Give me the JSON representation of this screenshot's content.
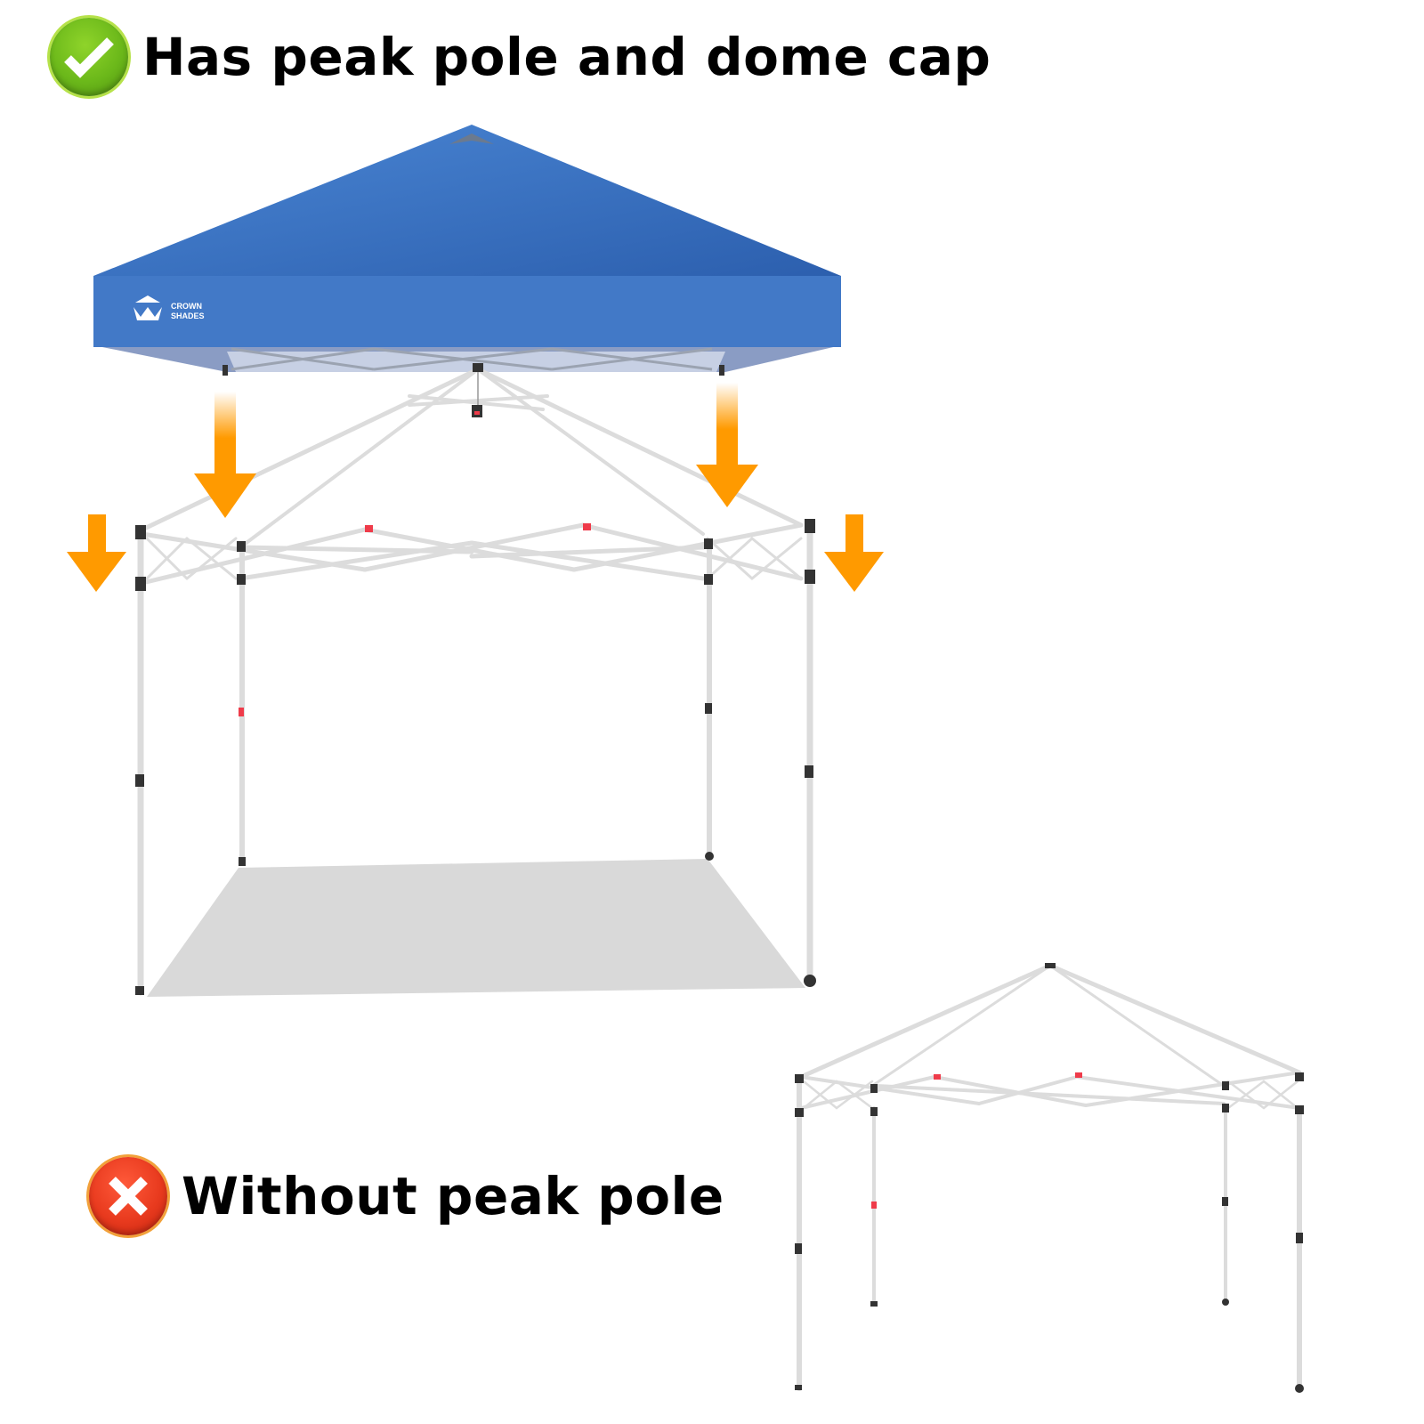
{
  "headings": {
    "good": {
      "label": "Has peak pole and dome cap",
      "icon": "check-circle-icon",
      "color": "#6bb81a"
    },
    "bad": {
      "label": "Without peak pole",
      "icon": "x-circle-icon",
      "color": "#e83a1e"
    }
  },
  "canopy": {
    "brand_line1": "CROWN",
    "brand_line2": "SHADES",
    "color": "#3b73c4"
  },
  "arrows": {
    "color": "#ff9a00",
    "count": 4
  },
  "colors": {
    "frame": "#dcdcdc",
    "joint": "#333333",
    "accent_red": "#ef3b4a",
    "floor_shadow": "#d9d9d9"
  }
}
